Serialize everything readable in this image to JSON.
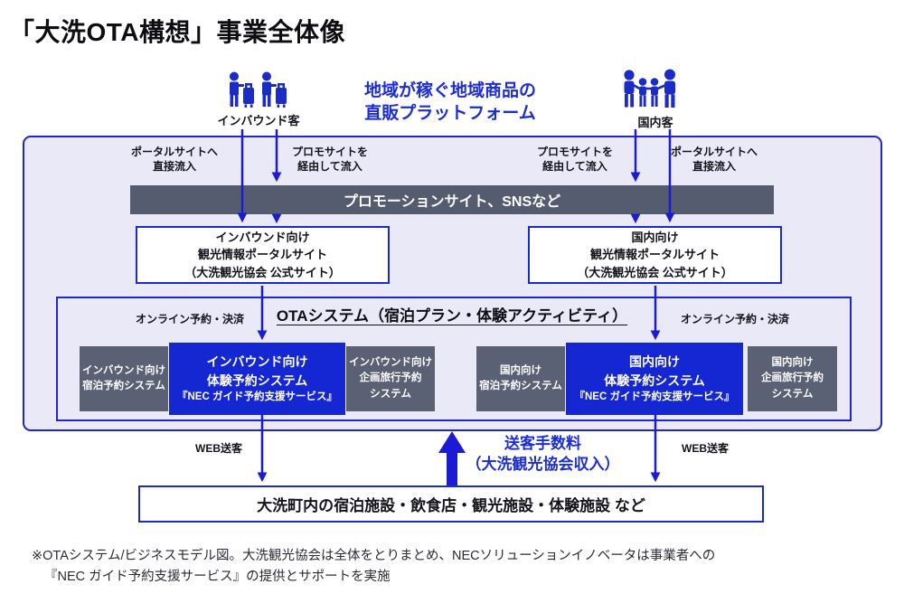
{
  "title": "「大洗OTA構想」事業全体像",
  "header": {
    "inbound_label": "インバウンド客",
    "domestic_label": "国内客",
    "tagline_line1": "地域が稼ぐ地域商品の",
    "tagline_line2": "直販プラットフォーム"
  },
  "flow": {
    "direct_line1": "ポータルサイトへ",
    "direct_line2": "直接流入",
    "promo_line1": "プロモサイトを",
    "promo_line2": "経由して流入"
  },
  "promo_bar_label": "プロモーションサイト、SNSなど",
  "portals": {
    "left": [
      "インバウンド向け",
      "観光情報ポータルサイト",
      "（大洗観光協会 公式サイト）"
    ],
    "right": [
      "国内向け",
      "観光情報ポータルサイト",
      "（大洗観光協会 公式サイト）"
    ]
  },
  "ota": {
    "title": "OTAシステム（宿泊プラン・体験アクティビティ）",
    "online_label": "オンライン予約・決済",
    "left": {
      "lodging": [
        "インバウンド向け",
        "宿泊予約システム"
      ],
      "experience": [
        "インバウンド向け",
        "体験予約システム",
        "『NEC ガイド予約支援サービス』"
      ],
      "package": [
        "インバウンド向け",
        "企画旅行予約",
        "システム"
      ]
    },
    "right": {
      "lodging": [
        "国内向け",
        "宿泊予約システム"
      ],
      "experience": [
        "国内向け",
        "体験予約システム",
        "『NEC ガイド予約支援サービス』"
      ],
      "package": [
        "国内向け",
        "企画旅行予約",
        "システム"
      ]
    }
  },
  "bottom": {
    "web_referral": "WEB送客",
    "commission_line1": "送客手数料",
    "commission_line2": "（大洗観光協会収入）",
    "facilities": "大洗町内の宿泊施設・飲食店・観光施設・体験施設 など"
  },
  "footnote": {
    "line1": "※OTAシステム/ビジネスモデル図。大洗観光協会は全体をとりまとめ、NECソリューションイノベータは事業者への",
    "line2": "『NEC ガイド予約支援サービス』の提供とサポートを実施"
  },
  "colors": {
    "accent_blue": "#1c2cd6",
    "system_blue": "#1527d2",
    "slate_gray": "#5b6175",
    "panel_lavender": "#e9e9f8"
  }
}
